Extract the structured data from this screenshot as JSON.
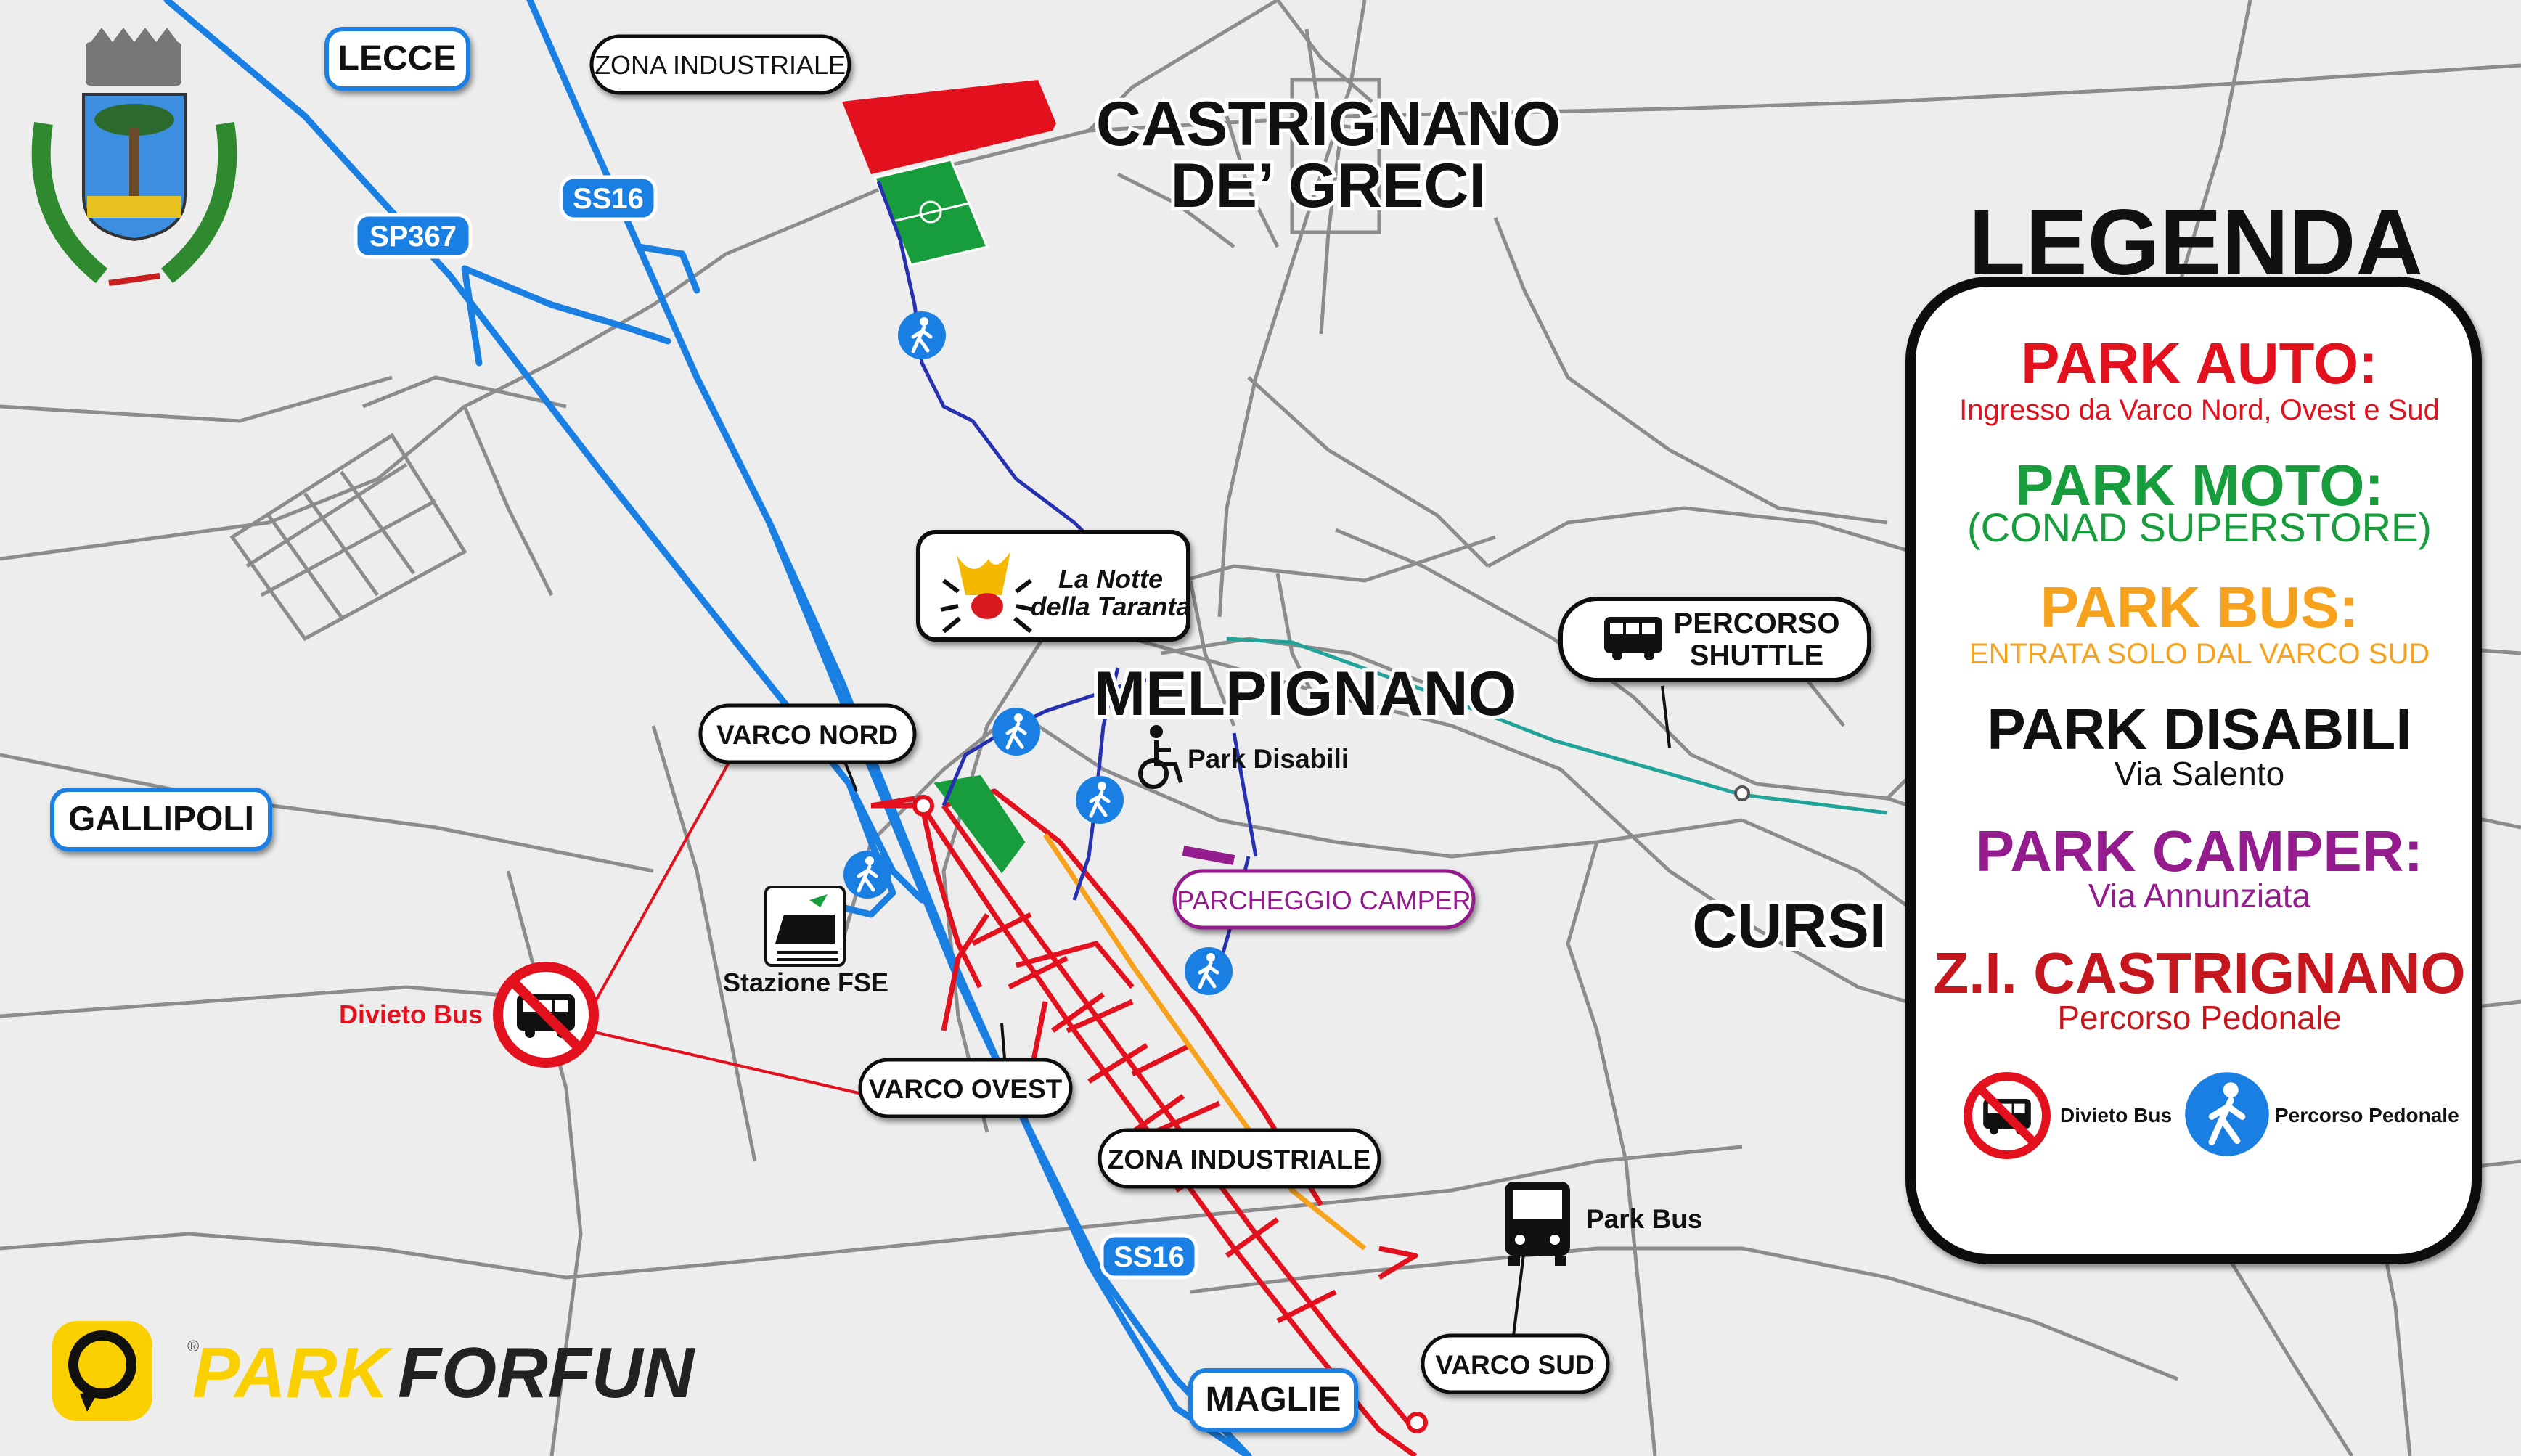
{
  "towns": {
    "castrignano_1": "CASTRIGNANO",
    "castrignano_2": "DE’ GRECI",
    "melpignano": "MELPIGNANO",
    "cursi": "CURSI"
  },
  "destinations": {
    "lecce": "LECCE",
    "gallipoli": "GALLIPOLI",
    "maglie": "MAGLIE"
  },
  "roads": {
    "ss16_north": "SS16",
    "sp367": "SP367",
    "ss16_south": "SS16"
  },
  "callouts": {
    "zona_industriale_top": "ZONA INDUSTRIALE",
    "varco_nord": "VARCO NORD",
    "varco_ovest": "VARCO OVEST",
    "zona_industriale_mid": "ZONA INDUSTRIALE",
    "varco_sud": "VARCO SUD",
    "parcheggio_camper": "PARCHEGGIO CAMPER",
    "shuttle_1": "PERCORSO",
    "shuttle_2": "SHUTTLE"
  },
  "poi": {
    "park_disabili": "Park Disabili",
    "stazione": "Stazione FSE",
    "divieto_bus": "Divieto Bus",
    "park_bus": "Park Bus",
    "taranta_1": "La Notte",
    "taranta_2": "della Taranta"
  },
  "brand": {
    "name_a": "PARK",
    "name_b": "FORFUN",
    "reg": "®"
  },
  "legend": {
    "title": "LEGENDA",
    "items": [
      {
        "title": "PARK AUTO:",
        "sub": "Ingresso da Varco Nord, Ovest e Sud",
        "color": "#e3101e"
      },
      {
        "title": "PARK MOTO:",
        "sub": "(CONAD SUPERSTORE)",
        "color": "#189d3c"
      },
      {
        "title": "PARK BUS:",
        "sub": "ENTRATA SOLO DAL VARCO SUD",
        "color": "#f6a21c"
      },
      {
        "title": "PARK DISABILI",
        "sub": "Via Salento",
        "color": "#111111"
      },
      {
        "title": "PARK CAMPER:",
        "sub": "Via Annunziata",
        "color": "#951c8e"
      },
      {
        "title": "Z.I. CASTRIGNANO",
        "sub": "Percorso Pedonale",
        "color": "#c4161c"
      }
    ],
    "icon_divieto": "Divieto Bus",
    "icon_pedonale": "Percorso Pedonale"
  },
  "colors": {
    "background": "#ededed",
    "road_minor": "#8c8c8c",
    "road_major": "#1a7fe3",
    "park_auto": "#e3101e",
    "park_moto": "#189d3c",
    "park_bus": "#f6a21c",
    "camper": "#951c8e",
    "walk_path": "#2630b0",
    "shuttle": "#21a39a",
    "brand_yellow": "#fbd000"
  },
  "icons": [
    "coat-of-arms",
    "pedestrian-icon",
    "wheelchair-icon",
    "bus-icon",
    "no-bus-icon",
    "train-icon",
    "taranta-logo",
    "parkforfun-logo"
  ]
}
